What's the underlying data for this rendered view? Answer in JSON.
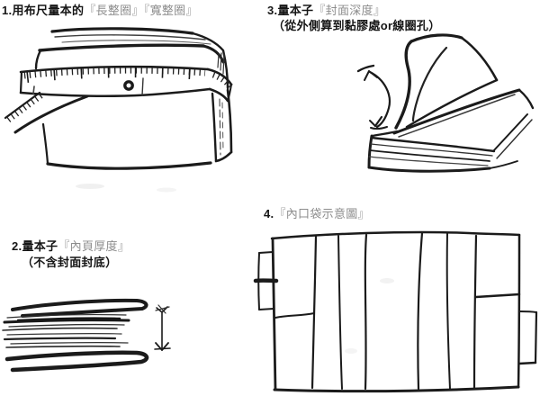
{
  "canvas": {
    "background": "#ffffff",
    "ink_color": "#1b1b1b",
    "term_color": "#8d8d8d"
  },
  "steps": {
    "step1": {
      "prefix": "1.用布尺量本的",
      "term1": "『長整圈』",
      "term2": "『寬整圈』"
    },
    "step2": {
      "prefix": "2.量本子",
      "term": "『內頁厚度』",
      "note": "（不含封面封底）"
    },
    "step3": {
      "prefix": "3.量本子",
      "term": "『封面深度』",
      "note": "（從外側算到黏膠處or線圈孔）"
    },
    "step4": {
      "prefix": "4.",
      "term": "『內口袋示意圖』"
    }
  },
  "drawings": {
    "step1": "book-wrapped-with-tape-measure-sketch",
    "step2": "page-stack-side-view-with-thickness-arrow-sketch",
    "step3": "open-book-lifted-cover-with-depth-arrow-sketch",
    "step4": "inner-pocket-layout-rectangles-sketch"
  }
}
